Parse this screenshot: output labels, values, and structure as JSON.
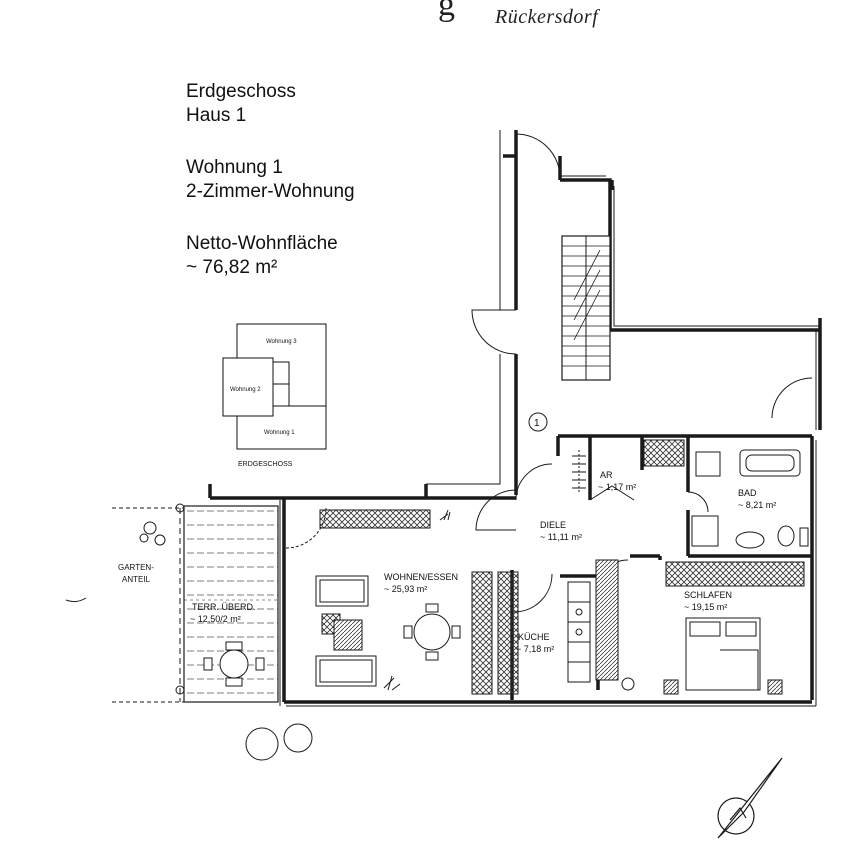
{
  "header": {
    "partial_letter": "g",
    "place": "Rückersdorf"
  },
  "info": {
    "floor": "Erdgeschoss",
    "house": "Haus 1",
    "unit": "Wohnung 1",
    "unit_type": "2-Zimmer-Wohnung",
    "area_label": "Netto-Wohnfläche",
    "area_value": "~ 76,82 m²"
  },
  "key_plan": {
    "units": [
      "Wohnung 3",
      "Wohnung 2",
      "Wohnung 1"
    ],
    "floor_label": "ERDGESCHOSS"
  },
  "rooms": {
    "ar": {
      "name": "AR",
      "area": "~ 1,17 m²"
    },
    "bad": {
      "name": "BAD",
      "area": "~ 8,21 m²"
    },
    "diele": {
      "name": "DIELE",
      "area": "~ 11,11 m²"
    },
    "wohnen": {
      "name": "WOHNEN/ESSEN",
      "area": "~ 25,93 m²"
    },
    "schlafen": {
      "name": "SCHLAFEN",
      "area": "~ 19,15 m²"
    },
    "kueche": {
      "name": "KÜCHE",
      "area": "~ 7,18 m²"
    },
    "terrasse": {
      "name": "TERR. ÜBERD.",
      "area": "~ 12,50/2 m²"
    }
  },
  "garden": {
    "line1": "GARTEN-",
    "line2": "ANTEIL"
  },
  "entrance_marker": "1",
  "colors": {
    "ink": "#1a1a1a",
    "wall": "#1a1a1a",
    "hatch": "#555555",
    "paper": "#ffffff"
  }
}
